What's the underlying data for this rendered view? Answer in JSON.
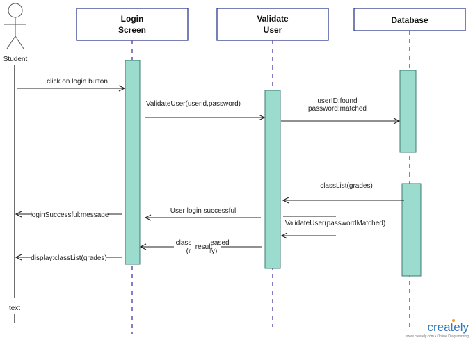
{
  "actor": {
    "name": "Student",
    "bottom_label": "text"
  },
  "lifelines": [
    {
      "id": "login",
      "line1": "Login",
      "line2": "Screen"
    },
    {
      "id": "validate",
      "line1": "Validate",
      "line2": "User"
    },
    {
      "id": "database",
      "line1": "Database",
      "line2": ""
    }
  ],
  "messages": {
    "m1": "click on login button",
    "m2": "ValidateUser(userid,password)",
    "m3_line1": "userID:found",
    "m3_line2": "password:matched",
    "m4": "classList(grades)",
    "m5": "ValidateUser(passwordMatched)",
    "m6": "User login successful",
    "m7": "loginSuccessful:message",
    "m8_fragment_a": "class",
    "m8_fragment_b": "eased",
    "m8_fragment_c": "(r",
    "m8_fragment_d": "ily)",
    "m8_overlay": "result",
    "m9": "display:classList(grades)"
  },
  "branding": {
    "logo_text": "creately",
    "tagline": "www.creately.com • Online Diagramming"
  },
  "colors": {
    "activation_fill": "#9bdccf",
    "activation_stroke": "#3c7a70",
    "lifeline_dash": "#6b5bb5",
    "header_stroke": "#2f3b8f",
    "logo_blue": "#2f76b6",
    "logo_orange": "#f39c1f"
  }
}
